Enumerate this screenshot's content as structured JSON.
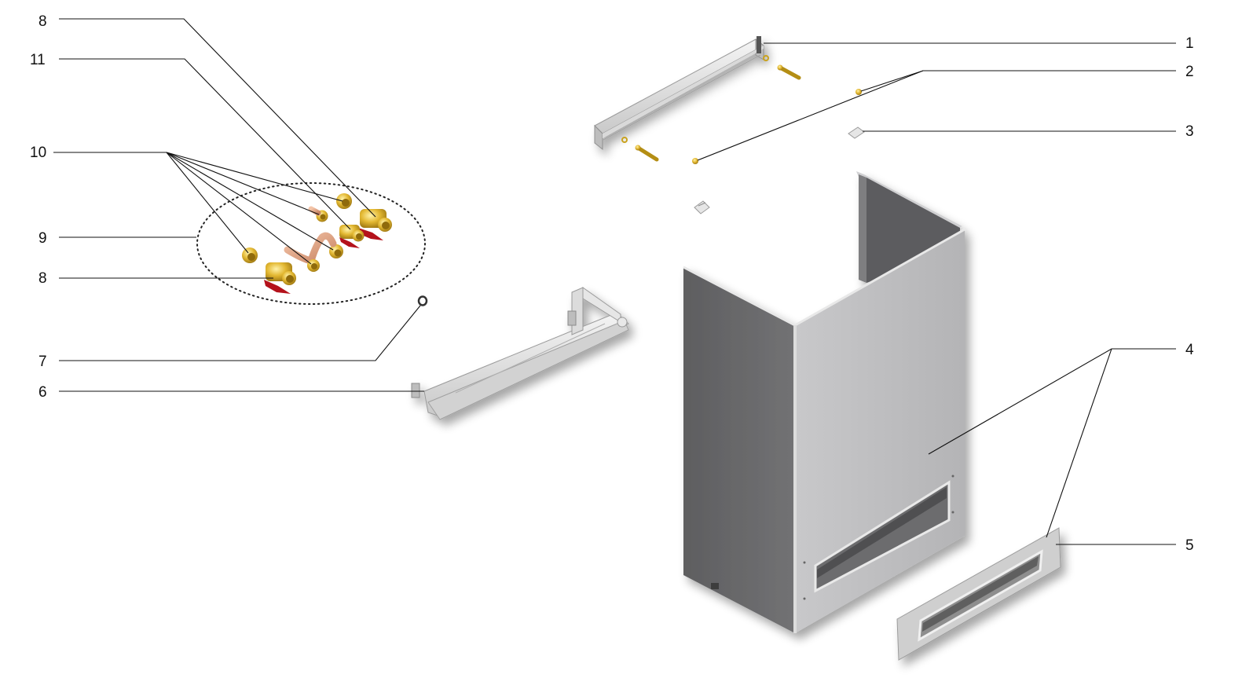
{
  "diagram": {
    "type": "exploded-parts-view",
    "callouts": {
      "c1": "1",
      "c2": "2",
      "c3": "3",
      "c4": "4",
      "c5": "5",
      "c6": "6",
      "c7": "7",
      "c8a": "8",
      "c8b": "8",
      "c9": "9",
      "c10": "10",
      "c11": "11"
    },
    "colors": {
      "case_dark": "#6b6b6d",
      "case_light": "#bdbdbf",
      "case_edge": "#d8d8d8",
      "metal": "#e3e3e3",
      "brass": "#c9a21e",
      "brass_light": "#f0d465",
      "copper": "#e0a080",
      "valve_red": "#b4121b",
      "leader": "#111111"
    }
  }
}
